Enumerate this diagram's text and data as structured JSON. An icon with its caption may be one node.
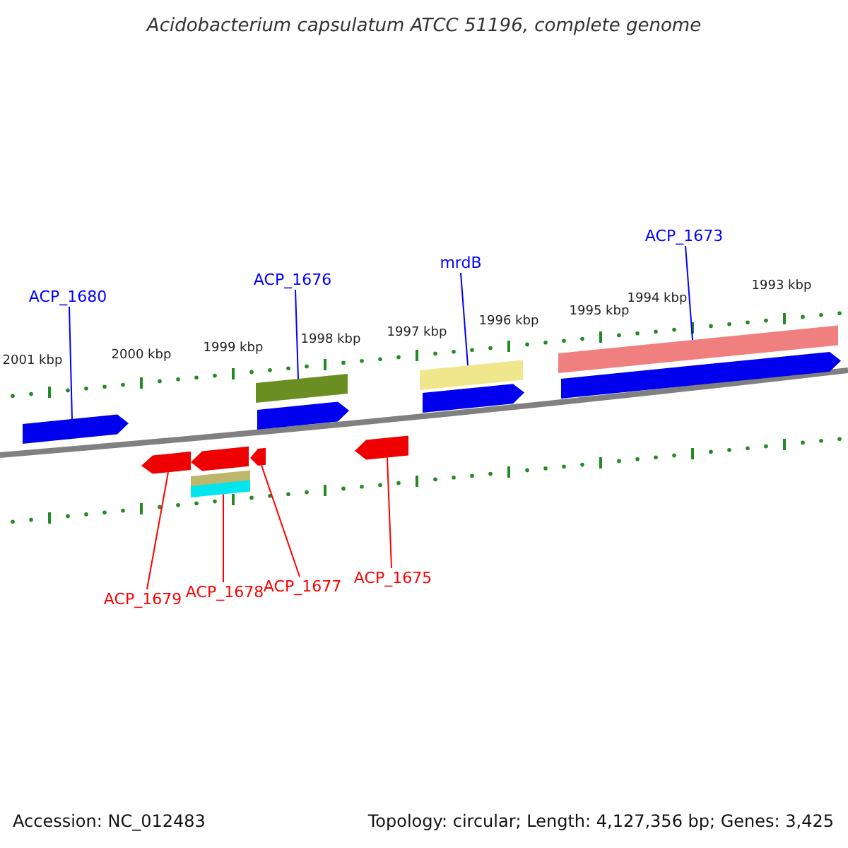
{
  "diagram": {
    "title": "Acidobacterium capsulatum ATCC 51196, complete genome",
    "nodes": [
      {
        "text": [
          "ACP_1680"
        ]
      },
      {
        "text": [
          "ACP_1676"
        ]
      },
      {
        "text": [
          "mrdB"
        ]
      },
      {
        "text": [
          "ACP_1673"
        ]
      },
      {
        "text": [
          "ACP_1679"
        ]
      },
      {
        "text": [
          "ACP_1678"
        ]
      },
      {
        "text": [
          "ACP_1677"
        ]
      },
      {
        "text": [
          "ACP_1675"
        ]
      },
      {
        "text": [],
        "shape": "arrow"
      },
      {
        "text": [],
        "shape": "bar"
      },
      {
        "text": [],
        "shape": "arrow"
      },
      {
        "text": [],
        "shape": "bar"
      },
      {
        "text": [],
        "shape": "arrow"
      },
      {
        "text": [],
        "shape": "bar"
      },
      {
        "text": [],
        "shape": "arrow"
      },
      {
        "text": [],
        "shape": "arrow"
      },
      {
        "text": [],
        "shape": "arrow"
      },
      {
        "text": [],
        "shape": "arrow"
      },
      {
        "text": [],
        "shape": "bar"
      },
      {
        "text": [],
        "shape": "bar"
      },
      {
        "text": [],
        "shape": "arrow"
      }
    ],
    "edges": [
      {
        "from": 0,
        "to": 8,
        "arrow": "none"
      },
      {
        "from": 1,
        "to": 9,
        "arrow": "none"
      },
      {
        "from": 2,
        "to": 11,
        "arrow": "none"
      },
      {
        "from": 3,
        "to": 13,
        "arrow": "none"
      },
      {
        "from": 4,
        "to": 15,
        "arrow": "none",
        "color": "#ff0000"
      },
      {
        "from": 5,
        "to": 19,
        "arrow": "none",
        "color": "#ff0000"
      },
      {
        "from": 6,
        "to": 17,
        "arrow": "none",
        "color": "#ff0000"
      },
      {
        "from": 7,
        "to": 20,
        "arrow": "none",
        "color": "#ff0000"
      }
    ],
    "labels": [
      "1993 kbp",
      "1994 kbp",
      "1995 kbp",
      "1996 kbp",
      "1997 kbp",
      "1998 kbp",
      "1999 kbp",
      "2000 kbp",
      "2001 kbp",
      "Accession: NC_012483",
      "Topology: circular; Length: 4,127,356 bp; Genes: 3,425"
    ]
  }
}
